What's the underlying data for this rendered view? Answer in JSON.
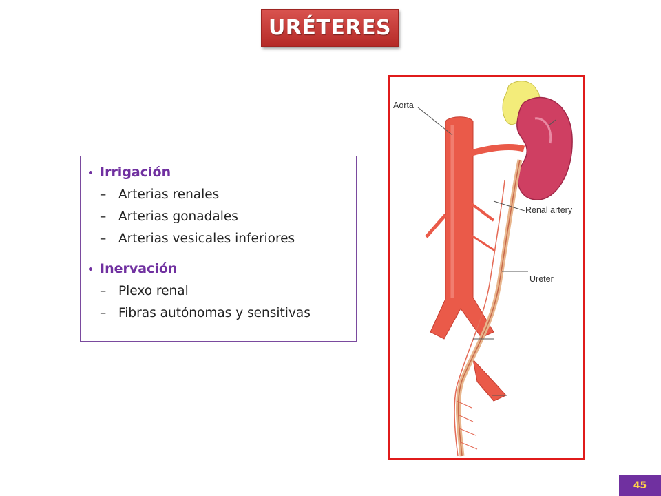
{
  "slide": {
    "title": "URÉTERES",
    "page_number": "45"
  },
  "content": {
    "sections": [
      {
        "heading": "Irrigación",
        "items": [
          "Arterias renales",
          "Arterias gonadales",
          "Arterias vesicales inferiores"
        ]
      },
      {
        "heading": "Inervación",
        "items": [
          "Plexo renal",
          "Fibras autónomas y sensitivas"
        ]
      }
    ]
  },
  "figure": {
    "labels": {
      "aorta": "Aorta",
      "renal_artery": "Renal artery",
      "ureter": "Ureter"
    }
  },
  "colors": {
    "title_bg": "#c9302c",
    "accent_purple": "#7030a0",
    "figure_border": "#e01b1b",
    "page_number_text": "#ffd24a"
  }
}
